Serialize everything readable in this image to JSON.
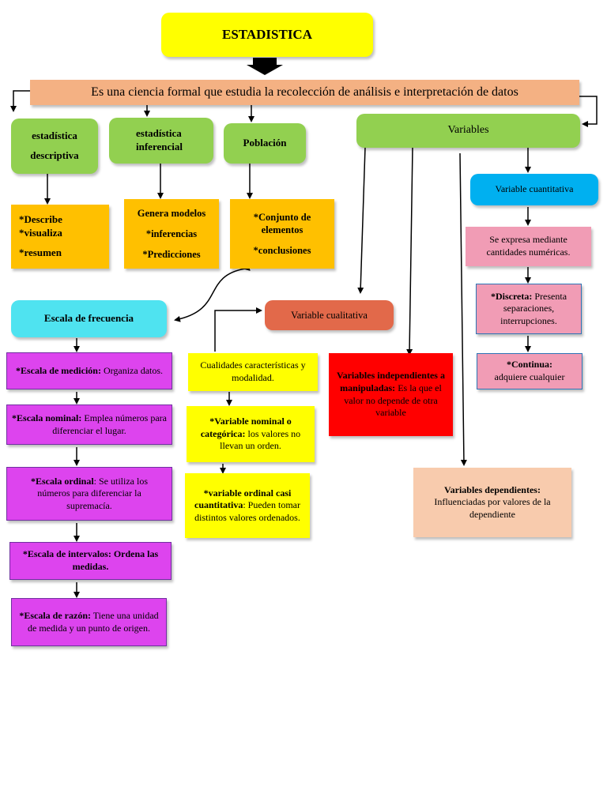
{
  "colors": {
    "title": "#ffff00",
    "definition": "#f4b183",
    "green": "#92d050",
    "orange": "#ffc000",
    "cyan": "#4fe3f0",
    "magenta": "#dd44ee",
    "yellow": "#ffff00",
    "red": "#ff0000",
    "peach": "#f8cbad",
    "pink": "#f19cb5",
    "blue": "#00b0f0",
    "terracotta": "#e2694a"
  },
  "title": "ESTADISTICA",
  "definition": "Es una ciencia formal que estudia la recolección de análisis e interpretación de datos",
  "branches": {
    "descriptiva": {
      "line1": "estadística",
      "line2": "descriptiva"
    },
    "inferencial": {
      "line1": "estadística",
      "line2": "inferencial"
    },
    "poblacion": "Población",
    "variables": "Variables"
  },
  "descriptiva_detail": [
    "*Describe",
    "*visualiza",
    "*resumen"
  ],
  "inferencial_detail": [
    "Genera modelos",
    "*inferencias",
    "*Predicciones"
  ],
  "poblacion_detail": [
    "*Conjunto de",
    "elementos",
    "*conclusiones"
  ],
  "escala_frecuencia": {
    "title": "Escala de frecuencia",
    "items": [
      {
        "bold": "*Escala de medición:",
        "text": " Organiza datos."
      },
      {
        "bold": "*Escala nominal:",
        "text": " Emplea números para diferenciar el lugar."
      },
      {
        "bold": "*Escala ordinal",
        "text": ": Se utiliza los números para diferenciar la supremacía."
      },
      {
        "bold": "*Escala de intervalos: Ordena las medidas.",
        "text": ""
      },
      {
        "bold": "*Escala de razón:",
        "text": " Tiene una unidad de medida y un punto de origen."
      }
    ]
  },
  "cualitativa": {
    "title": "Variable cualitativa",
    "desc": "Cualidades características y modalidad.",
    "nominal_bold": "*Variable nominal o categórica:",
    "nominal_text": " los valores no llevan un orden.",
    "ordinal_bold": "*variable ordinal casi cuantitativa",
    "ordinal_text": ": Pueden tomar distintos valores ordenados."
  },
  "independientes": {
    "bold": "Variables independientes a manipuladas:",
    "text": " Es la que el valor no depende de otra variable"
  },
  "dependientes": {
    "bold": "Variables dependientes:",
    "text": "Influenciadas por valores de la dependiente"
  },
  "cuantitativa": {
    "title": "Variable cuantitativa",
    "desc": "Se expresa mediante cantidades numéricas.",
    "discreta_bold": "*Discreta:",
    "discreta_text": " Presenta separaciones, interrupciones.",
    "continua_bold": "*Continua:",
    "continua_text": "adquiere cualquier"
  }
}
